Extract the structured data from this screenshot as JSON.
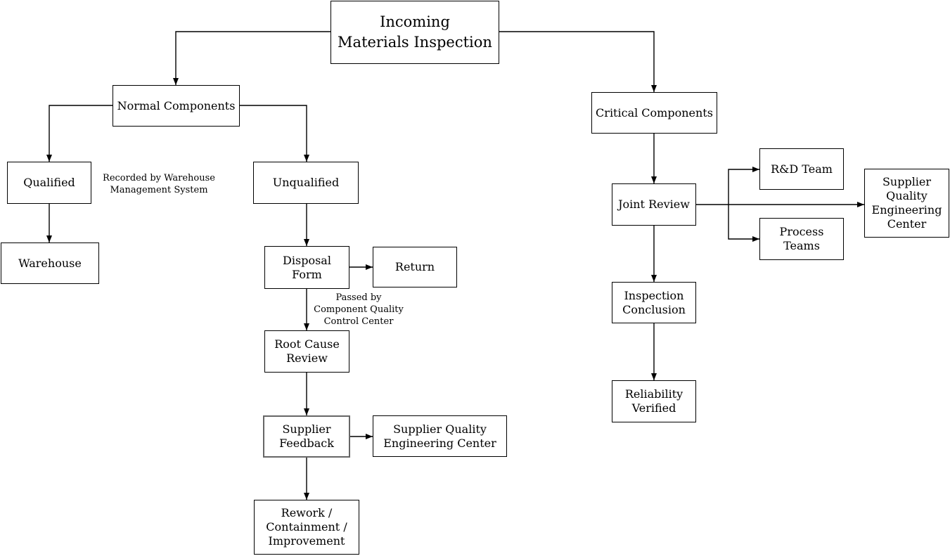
{
  "diagram_title": "Incoming Materials Inspection flowchart",
  "colors": {
    "background": "#ffffff",
    "node_fill": "#ffffff",
    "node_border": "#000000",
    "highlighted_node_border": "#666666",
    "connector": "#000000",
    "text": "#000000"
  },
  "nodes": {
    "incoming": {
      "label": "Incoming\nMaterials Inspection"
    },
    "normal": {
      "label": "Normal Components"
    },
    "critical": {
      "label": "Critical Components"
    },
    "qualified": {
      "label": "Qualified"
    },
    "unqualified": {
      "label": "Unqualified"
    },
    "warehouse": {
      "label": "Warehouse"
    },
    "disposal_form": {
      "label": "Disposal\nForm"
    },
    "return": {
      "label": "Return"
    },
    "root_cause": {
      "label": "Root Cause\nReview"
    },
    "supplier_feedback": {
      "label": "Supplier\nFeedback"
    },
    "sqec_left": {
      "label": "Supplier Quality\nEngineering Center"
    },
    "rework": {
      "label": "Rework /\nContainment /\nImprovement"
    },
    "joint_review": {
      "label": "Joint Review"
    },
    "rd_team": {
      "label": "R&D Team"
    },
    "process_teams": {
      "label": "Process\nTeams"
    },
    "sqec_right": {
      "label": "Supplier\nQuality\nEngineering\nCenter"
    },
    "inspection_conclusion": {
      "label": "Inspection\nConclusion"
    },
    "reliability_verified": {
      "label": "Reliability\nVerified"
    }
  },
  "edge_labels": {
    "recorded_by": "Recorded by Warehouse\nManagement System",
    "passed_by": "Passed by\nComponent Quality\nControl Center"
  }
}
